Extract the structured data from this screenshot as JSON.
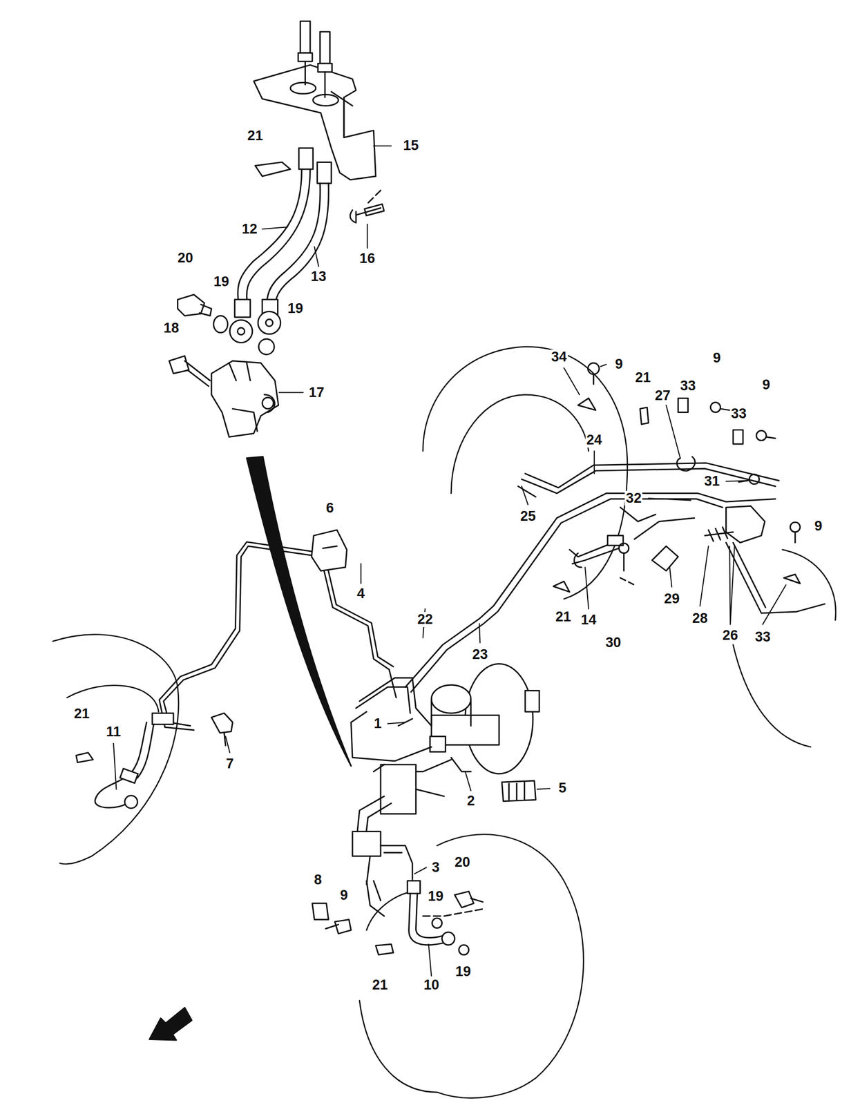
{
  "diagram": {
    "labels": [
      "21",
      "15",
      "12",
      "16",
      "13",
      "20",
      "19",
      "19",
      "18",
      "17",
      "34",
      "9",
      "21",
      "9",
      "27",
      "33",
      "9",
      "33",
      "24",
      "31",
      "32",
      "25",
      "9",
      "6",
      "4",
      "22",
      "23",
      "21",
      "14",
      "29",
      "28",
      "30",
      "26",
      "33",
      "21",
      "11",
      "7",
      "1",
      "5",
      "2",
      "3",
      "20",
      "19",
      "8",
      "9",
      "19",
      "21",
      "10"
    ]
  }
}
